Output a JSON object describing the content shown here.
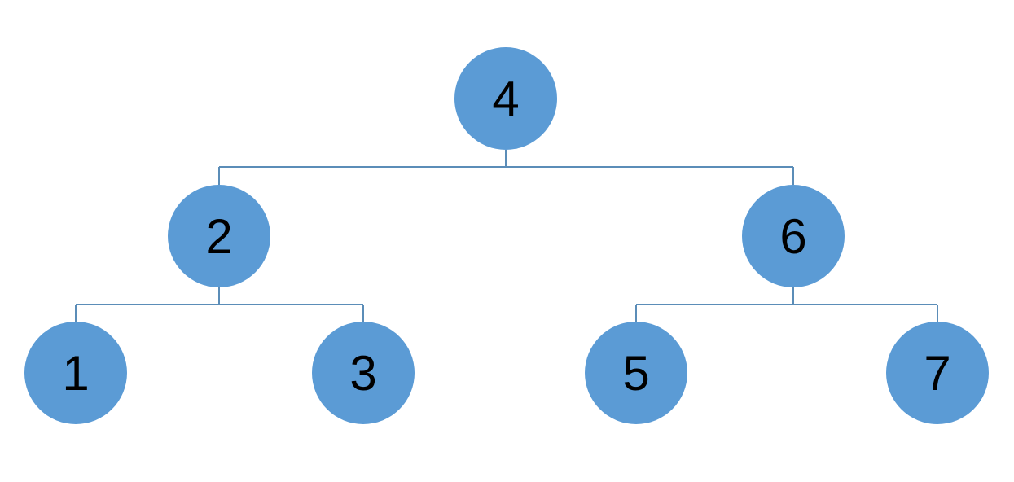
{
  "diagram": {
    "type": "tree",
    "colors": {
      "node_fill": "#5b9bd5",
      "connector": "#5b8db8",
      "label": "#000000"
    },
    "nodes": [
      {
        "id": "n4",
        "label": "4",
        "parent": null
      },
      {
        "id": "n2",
        "label": "2",
        "parent": "n4"
      },
      {
        "id": "n6",
        "label": "6",
        "parent": "n4"
      },
      {
        "id": "n1",
        "label": "1",
        "parent": "n2"
      },
      {
        "id": "n3",
        "label": "3",
        "parent": "n2"
      },
      {
        "id": "n5",
        "label": "5",
        "parent": "n6"
      },
      {
        "id": "n7",
        "label": "7",
        "parent": "n6"
      }
    ]
  }
}
